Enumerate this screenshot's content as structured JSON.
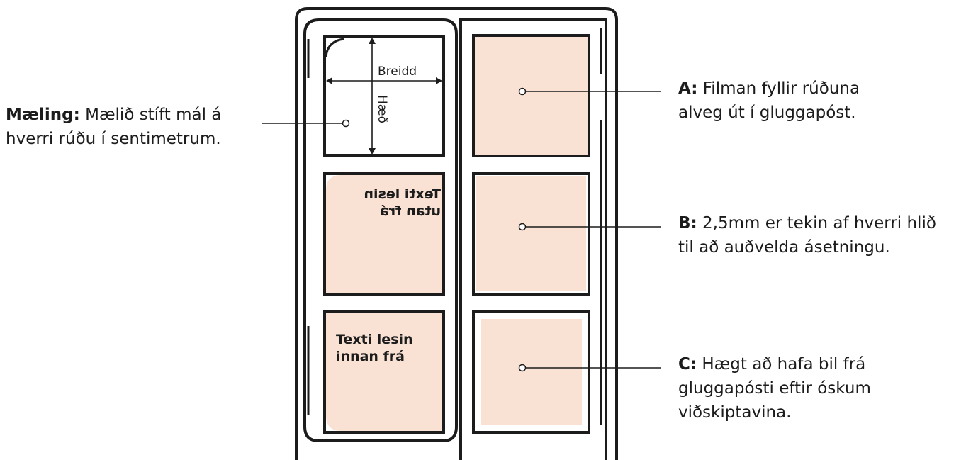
{
  "labels": {
    "width": "Breidd",
    "height": "Hæð"
  },
  "panes": {
    "outside": {
      "line1": "Texti lesin",
      "line2": "utan frá"
    },
    "inside": {
      "line1": "Texti lesin",
      "line2": "innan frá"
    }
  },
  "callouts": {
    "measurement": {
      "prefix": "Mæling:",
      "line1": "Mælið stíft mál á",
      "line2": "hverri rúðu í sentimetrum."
    },
    "a": {
      "prefix": "A:",
      "line1": "Filman fyllir rúðuna",
      "line2": "alveg út í gluggapóst."
    },
    "b": {
      "prefix": "B:",
      "line1": "2,5mm er tekin af hverri hlið",
      "line2": "til að auðvelda ásetningu."
    },
    "c": {
      "prefix": "C:",
      "line1": "Hægt að hafa bil frá",
      "line2": "gluggapósti eftir óskum",
      "line3": "viðskiptavina."
    }
  },
  "colors": {
    "line": "#1c1c1c",
    "film": "#f9e1d3",
    "background": "#ffffff"
  }
}
